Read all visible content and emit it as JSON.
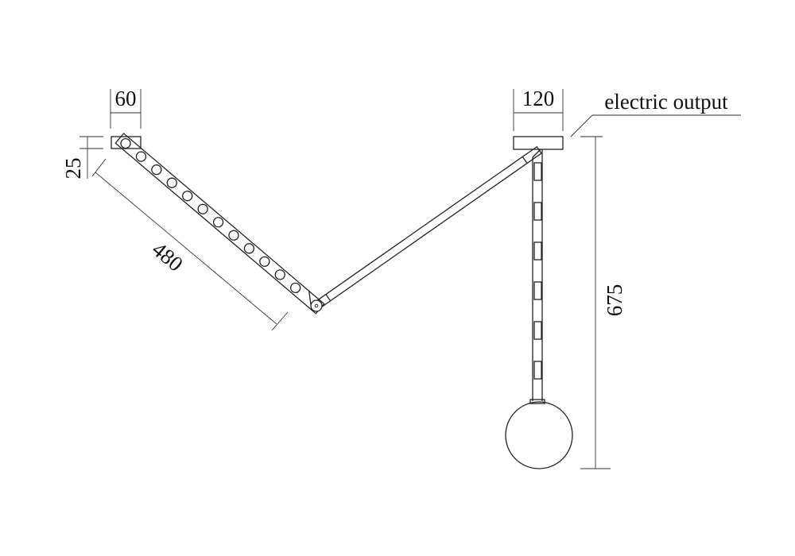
{
  "dimensions": {
    "left_mount_width": "60",
    "left_mount_height": "25",
    "left_arm_length": "480",
    "right_mount_width": "120",
    "total_height": "675"
  },
  "labels": {
    "electric_output": "electric output"
  }
}
